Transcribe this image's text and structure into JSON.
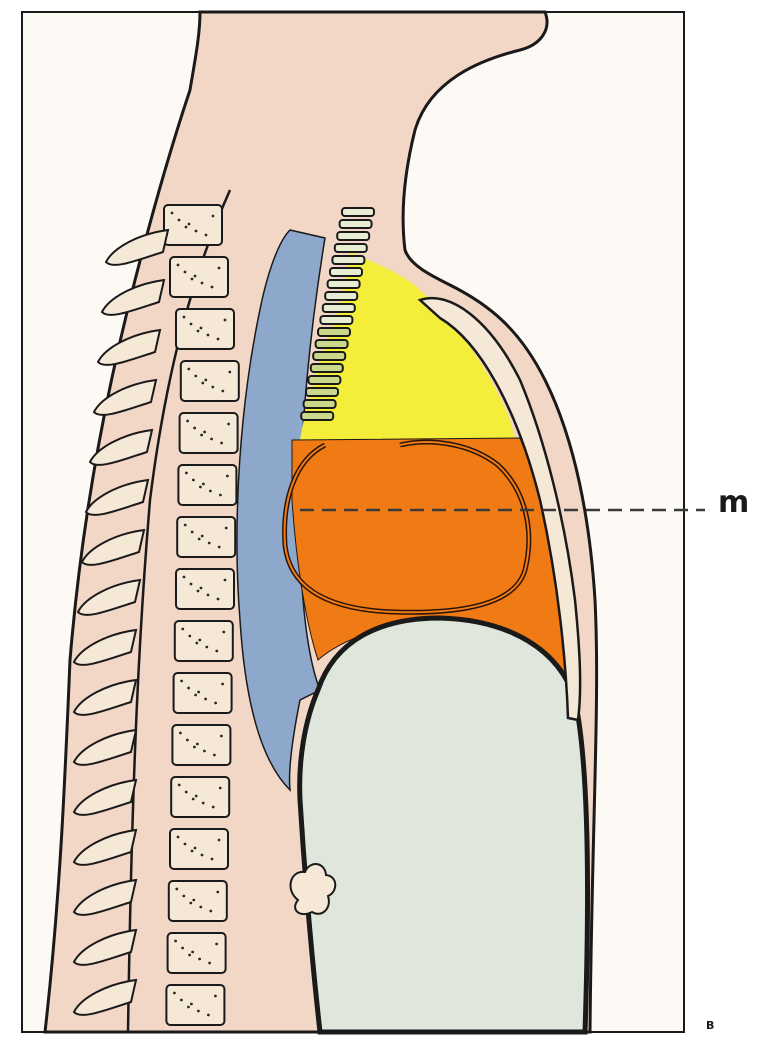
{
  "labels": {
    "midline": "m",
    "panel": "B"
  },
  "colors": {
    "background": "#fdfaf6",
    "frame": "#1a1a1a",
    "skin": "#f2d6c6",
    "bone": "#f6e8d6",
    "vessel": "#8ea8cc",
    "upper_region": "#f4ee3a",
    "middle_region": "#f07a14",
    "lower_mass": "#dfe6dc",
    "dashed_line": "#3a3a3a"
  },
  "icons": {
    "trachea": "ringed-tube",
    "vertebrae": "stacked-blocks",
    "ribs": "curved-bones"
  }
}
